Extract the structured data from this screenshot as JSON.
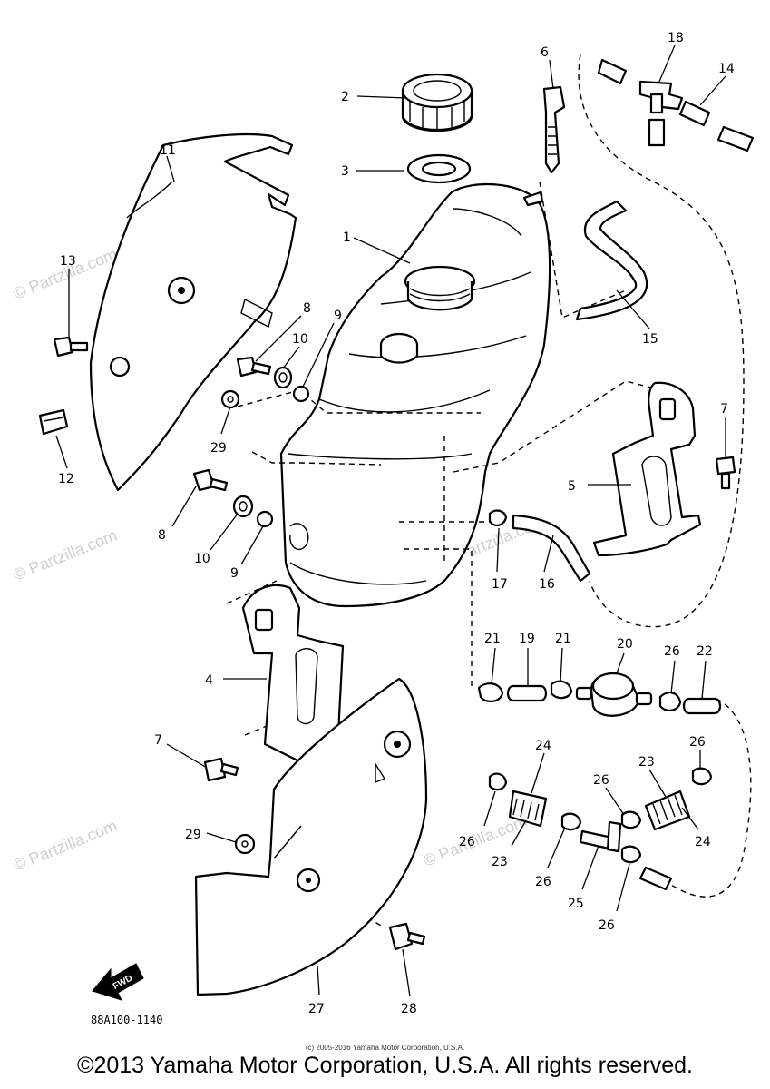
{
  "watermark": "© Partzilla.com",
  "drawing_number": "88A100-1140",
  "forward_arrow_label": "FWD",
  "callouts": {
    "c1": "1",
    "c2": "2",
    "c3": "3",
    "c4": "4",
    "c5": "5",
    "c6": "6",
    "c7a": "7",
    "c7b": "7",
    "c8a": "8",
    "c8b": "8",
    "c9a": "9",
    "c9b": "9",
    "c10a": "10",
    "c10b": "10",
    "c11": "11",
    "c12": "12",
    "c13": "13",
    "c14": "14",
    "c15": "15",
    "c16": "16",
    "c17": "17",
    "c18": "18",
    "c19": "19",
    "c20": "20",
    "c21a": "21",
    "c21b": "21",
    "c22": "22",
    "c23a": "23",
    "c23b": "23",
    "c24a": "24",
    "c24b": "24",
    "c25": "25",
    "c26a": "26",
    "c26b": "26",
    "c26c": "26",
    "c26d": "26",
    "c26e": "26",
    "c26f": "26",
    "c27": "27",
    "c28": "28",
    "c29a": "29",
    "c29b": "29"
  },
  "small_copyright": "(c) 2005-2016 Yamaha Motor Corporation, U.S.A.",
  "main_copyright": "©2013 Yamaha Motor Corporation, U.S.A. All rights reserved."
}
